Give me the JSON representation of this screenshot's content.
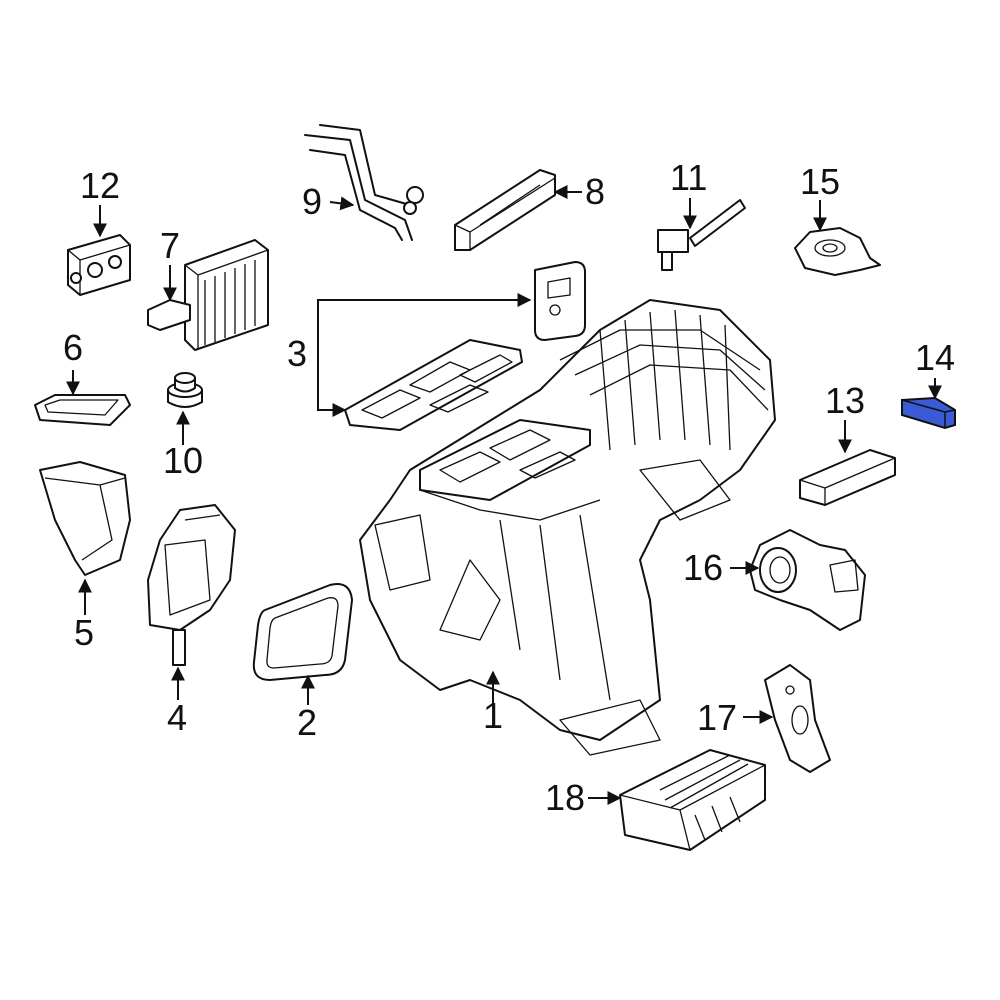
{
  "diagram": {
    "highlight_color": "#3b5bd6",
    "callouts": [
      {
        "id": "1",
        "label": "1"
      },
      {
        "id": "2",
        "label": "2"
      },
      {
        "id": "3",
        "label": "3"
      },
      {
        "id": "4",
        "label": "4"
      },
      {
        "id": "5",
        "label": "5"
      },
      {
        "id": "6",
        "label": "6"
      },
      {
        "id": "7",
        "label": "7"
      },
      {
        "id": "8",
        "label": "8"
      },
      {
        "id": "9",
        "label": "9"
      },
      {
        "id": "10",
        "label": "10"
      },
      {
        "id": "11",
        "label": "11"
      },
      {
        "id": "12",
        "label": "12"
      },
      {
        "id": "13",
        "label": "13"
      },
      {
        "id": "14",
        "label": "14",
        "highlighted": true
      },
      {
        "id": "15",
        "label": "15"
      },
      {
        "id": "16",
        "label": "16"
      },
      {
        "id": "17",
        "label": "17"
      },
      {
        "id": "18",
        "label": "18"
      }
    ]
  }
}
